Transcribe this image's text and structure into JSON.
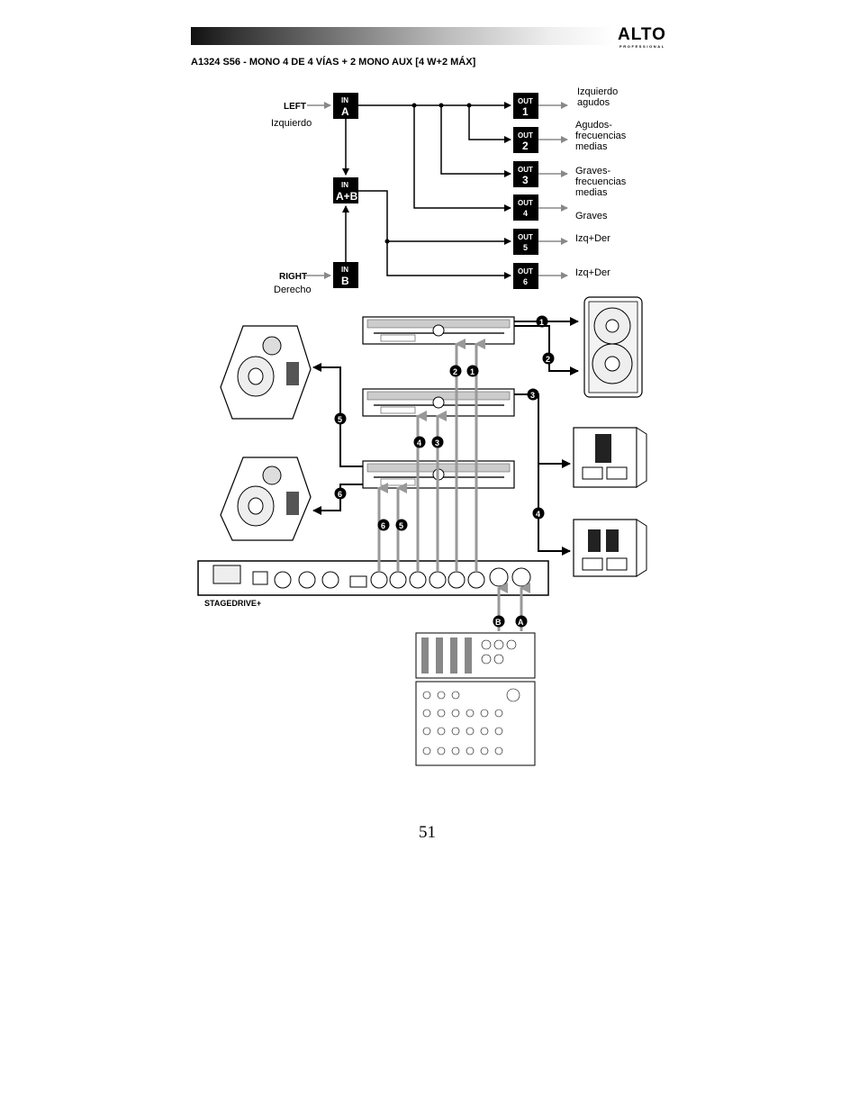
{
  "header": {
    "logo_main": "ALTO",
    "logo_sub": "PROFESSIONAL"
  },
  "title": "A1324 S56 - MONO 4 DE 4 VÍAS + 2 MONO AUX [4 W+2 MÁX]",
  "routing": {
    "in_prefix": "IN",
    "out_prefix": "OUT",
    "in_a": "A",
    "in_ab": "A+B",
    "in_b": "B",
    "left_label": "LEFT",
    "left_sub": "Izquierdo",
    "right_label": "RIGHT",
    "right_sub": "Derecho",
    "outs": [
      {
        "num": "1",
        "label": "Izquierdo agudos"
      },
      {
        "num": "2",
        "label": "Agudos- frecuencias medias"
      },
      {
        "num": "3",
        "label": "Graves- frecuencias medias"
      },
      {
        "num": "4",
        "label": "Graves"
      },
      {
        "num": "5",
        "label": "Izq+Der"
      },
      {
        "num": "6",
        "label": "Izq+Der"
      }
    ]
  },
  "diagram": {
    "device_name": "STAGEDRIVE+",
    "markers": [
      "1",
      "2",
      "3",
      "4",
      "5",
      "6",
      "A",
      "B"
    ]
  },
  "page_number": "51"
}
